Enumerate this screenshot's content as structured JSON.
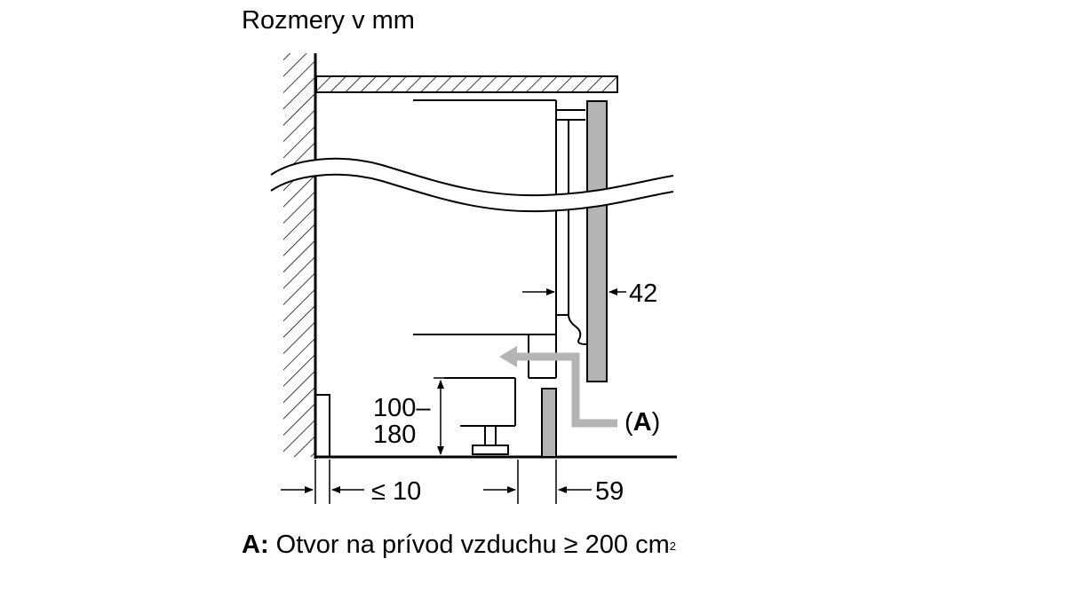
{
  "title": "Rozmery v mm",
  "dimensions": {
    "side_gap": "42",
    "plinth_height_line1": "100–",
    "plinth_height_line2": "180",
    "wall_gap": "≤ 10",
    "plinth_depth": "59"
  },
  "callout": {
    "open": "(",
    "letter": "A",
    "close": ")"
  },
  "legend": {
    "key": "A:",
    "text": " Otvor na prívod vzduchu ≥ 200 cm",
    "superscript": "2"
  },
  "colors": {
    "line": "#000000",
    "door_panel": "#b4b4b4",
    "airflow_arrow": "#b4b4b4"
  }
}
